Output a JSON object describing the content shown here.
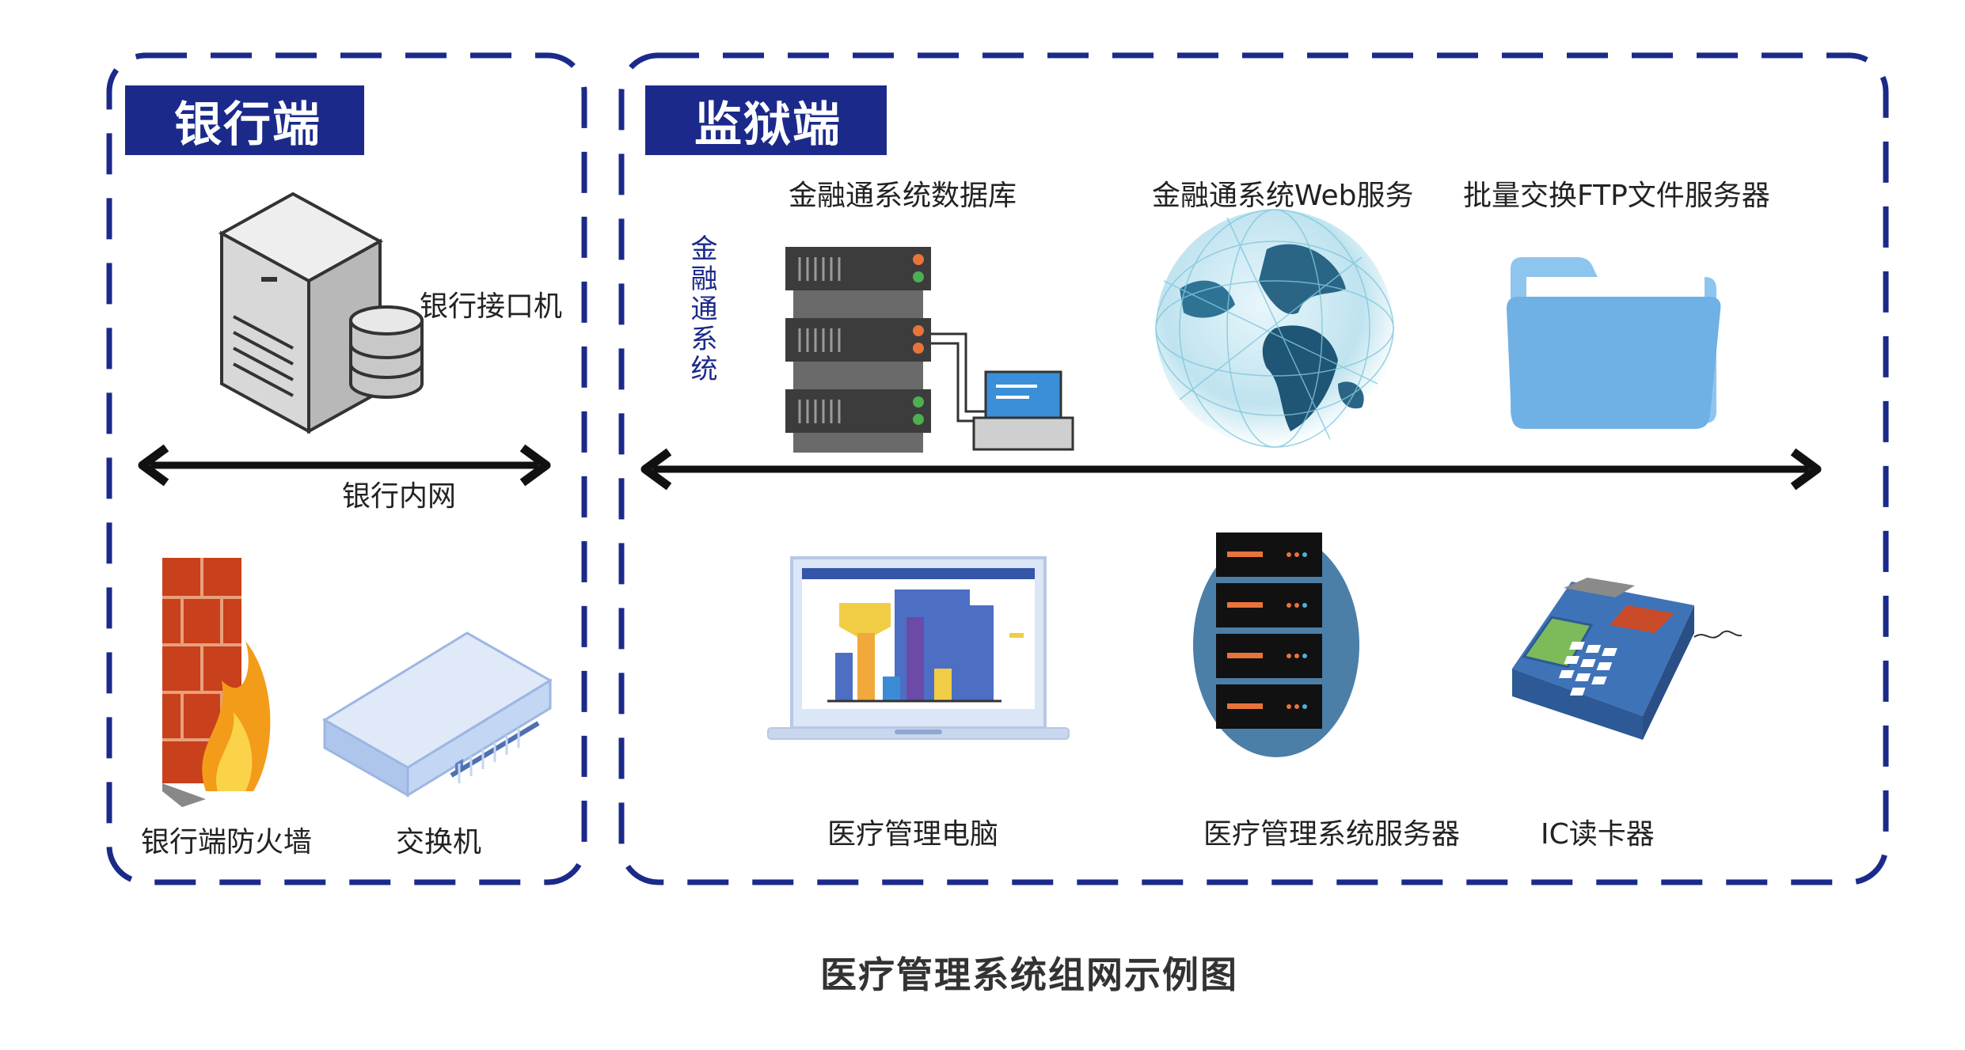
{
  "bank": {
    "title": "银行端",
    "interface_machine": "银行接口机",
    "intranet": "银行内网",
    "firewall": "银行端防火墙",
    "switch": "交换机"
  },
  "prison": {
    "title": "监狱端",
    "system_vertical": "金融通系统",
    "database": "金融通系统数据库",
    "web_service": "金融通系统Web服务",
    "ftp_server": "批量交换FTP文件服务器",
    "medical_pc": "医疗管理电脑",
    "medical_server": "医疗管理系统服务器",
    "card_reader": "IC读卡器"
  },
  "caption": "医疗管理系统组网示例图",
  "colors": {
    "frame_blue": "#1b2a8a",
    "arrow": "#111111",
    "folder": "#7cb8ea",
    "server_dark": "#3c3c3c"
  }
}
